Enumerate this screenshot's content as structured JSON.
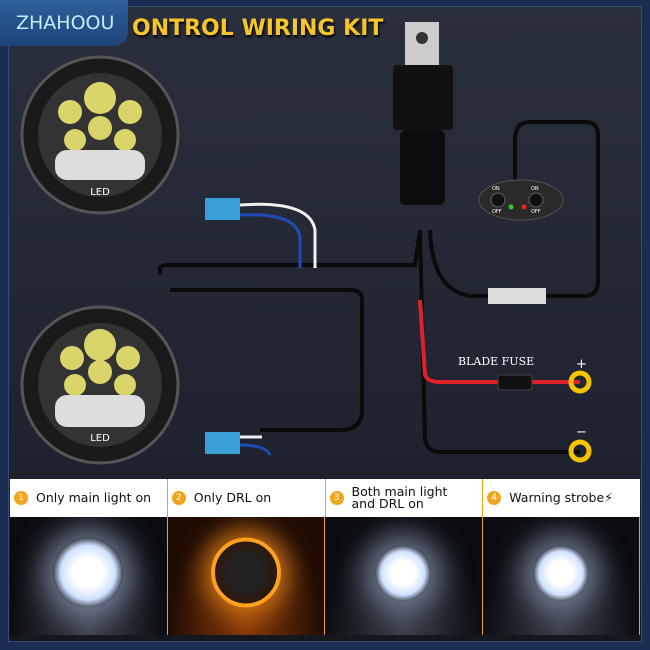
{
  "brand": "ZHAHOOU",
  "title": "CONTROL WIRING KIT",
  "title_visible": "ONTROL WIRING KIT",
  "switch": {
    "left_on": "ON",
    "left_off": "OFF",
    "right_on": "ON",
    "right_off": "OFF"
  },
  "fuse_label": "BLADE FUSE",
  "plus": "+",
  "minus": "−",
  "lamp_badge": "LED",
  "modes": [
    {
      "num": "1",
      "label": "Only main light on"
    },
    {
      "num": "2",
      "label": "Only DRL on"
    },
    {
      "num": "3",
      "label": "Both main light and DRL on"
    },
    {
      "num": "4",
      "label": "Warning strobe⚡"
    }
  ],
  "colors": {
    "title": "#f7c52a",
    "accent": "#f2a51c",
    "terminal": "#f5c400",
    "red_wire": "#e0202a"
  }
}
